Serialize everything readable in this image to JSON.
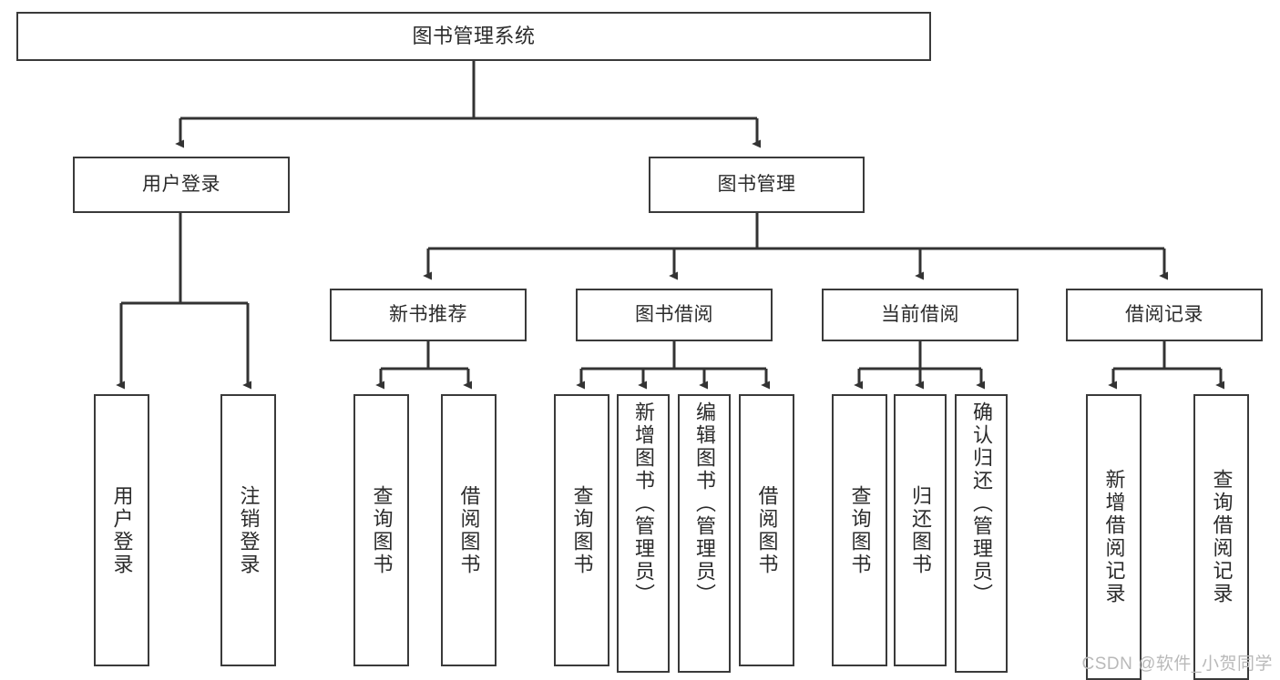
{
  "diagram": {
    "title": "图书管理系统",
    "watermark": "CSDN @软件_小贺同学",
    "colors": {
      "background": "#ffffff",
      "box_border": "#3a3a3a",
      "box_fill": "#ffffff",
      "edge": "#333333",
      "text": "#2b2b2b",
      "watermark": "#b9b9b9"
    },
    "nodes": {
      "root": {
        "label": "图书管理系统"
      },
      "level1": [
        {
          "label": "用户登录"
        },
        {
          "label": "图书管理"
        }
      ],
      "level2": [
        {
          "label": "新书推荐"
        },
        {
          "label": "图书借阅"
        },
        {
          "label": "当前借阅"
        },
        {
          "label": "借阅记录"
        }
      ],
      "leaves": {
        "user_login": [
          {
            "label": "用户登录"
          },
          {
            "label": "注销登录"
          }
        ],
        "new_book_recommend": [
          {
            "label": "查询图书"
          },
          {
            "label": "借阅图书"
          }
        ],
        "book_borrow": [
          {
            "label": "查询图书"
          },
          {
            "label": "新增图书（管理员）"
          },
          {
            "label": "编辑图书（管理员）"
          },
          {
            "label": "借阅图书"
          }
        ],
        "current_borrow": [
          {
            "label": "查询图书"
          },
          {
            "label": "归还图书"
          },
          {
            "label": "确认归还（管理员）"
          }
        ],
        "borrow_record": [
          {
            "label": "新增借阅记录"
          },
          {
            "label": "查询借阅记录"
          }
        ]
      }
    }
  }
}
